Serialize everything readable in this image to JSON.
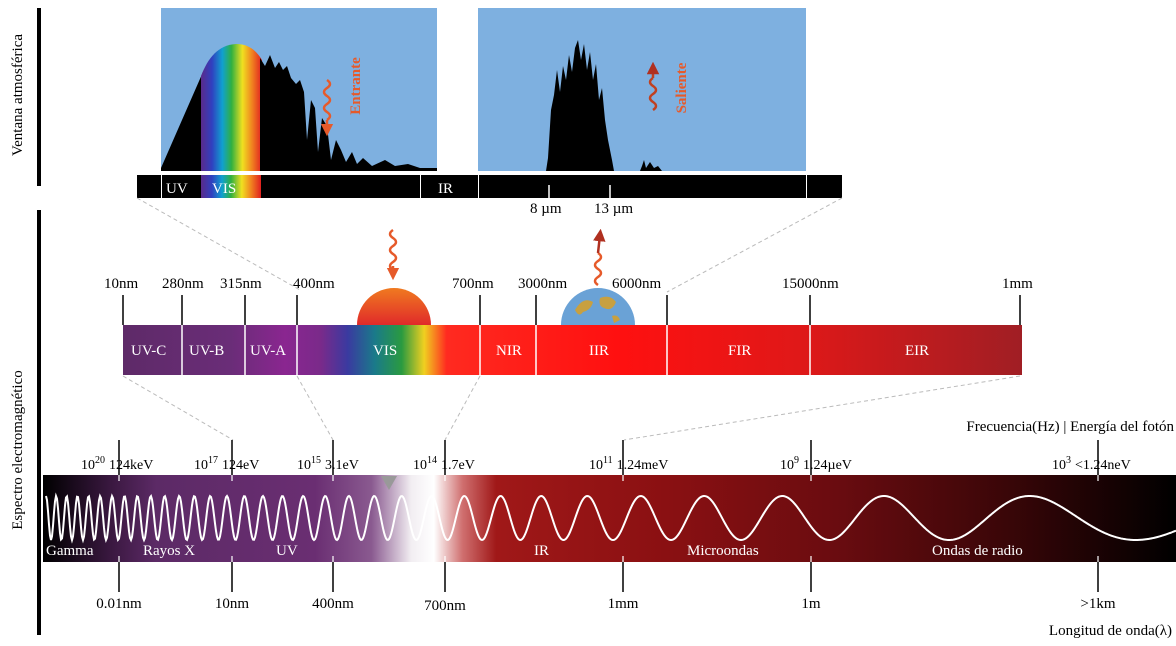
{
  "side_labels": {
    "atmospheric": "Ventana atmosférica",
    "spectrum": "Espectro electromagnético"
  },
  "atmospheric_window": {
    "incoming": "Entrante",
    "outgoing": "Saliente",
    "bar_labels": [
      "UV",
      "VIS",
      "IR"
    ],
    "ticks": [
      "8 µm",
      "13 µm"
    ]
  },
  "mid_spectrum": {
    "ticks": [
      "10nm",
      "280nm",
      "315nm",
      "400nm",
      "700nm",
      "3000nm",
      "6000nm",
      "15000nm",
      "1mm"
    ],
    "bands": [
      "UV-C",
      "UV-B",
      "UV-A",
      "VIS",
      "NIR",
      "IIR",
      "FIR",
      "EIR"
    ]
  },
  "full_spectrum": {
    "caption_top": "Frecuencia(Hz) | Energía del fotón",
    "caption_bottom": "Longitud de onda(λ)",
    "frequencies": [
      {
        "base": "10",
        "exp": "20",
        "energy": "124keV"
      },
      {
        "base": "10",
        "exp": "17",
        "energy": "124eV"
      },
      {
        "base": "10",
        "exp": "15",
        "energy": "3.1eV"
      },
      {
        "base": "10",
        "exp": "14",
        "energy": "1.7eV"
      },
      {
        "base": "10",
        "exp": "11",
        "energy": "1.24meV"
      },
      {
        "base": "10",
        "exp": "9",
        "energy": "1.24µeV"
      },
      {
        "base": "10",
        "exp": "3",
        "energy": "<1.24neV"
      }
    ],
    "bands": [
      "Gamma",
      "Rayos X",
      "UV",
      "IR",
      "Microondas",
      "Ondas de radio"
    ],
    "wavelengths": [
      "0.01nm",
      "10nm",
      "400nm",
      "700nm",
      "1mm",
      "1m",
      ">1km"
    ]
  },
  "colors": {
    "sky": "#7eb0e0",
    "uv": "#6a2d70",
    "ir": "#d81418",
    "accent_arrow": "#e65a2a"
  }
}
